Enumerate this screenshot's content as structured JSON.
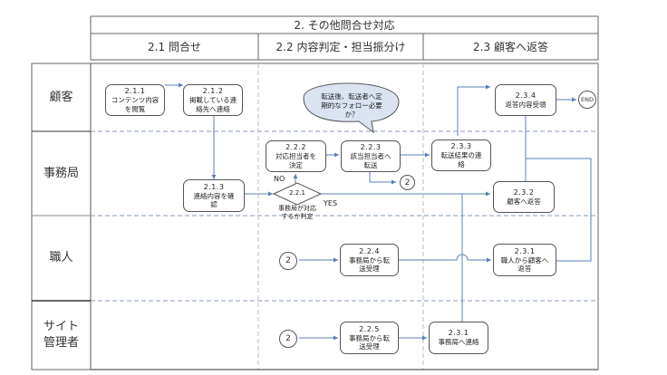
{
  "header": {
    "title": "2. その他問合せ対応",
    "phases": [
      "2.1 問合せ",
      "2.2 内容判定・担当振分け",
      "2.3 顧客へ返答"
    ]
  },
  "lanes": [
    "顧客",
    "事務局",
    "職人",
    "サイト\n管理者"
  ],
  "steps": {
    "s211": {
      "num": "2.1.1",
      "text": "コンテンツ内容\nを閲覧"
    },
    "s212": {
      "num": "2.1.2",
      "text": "掲載している連\n絡先へ連絡"
    },
    "s213": {
      "num": "2.1.3",
      "text": "連絡内容を確\n認"
    },
    "s221": {
      "num": "2.2.1",
      "text": "事務局が対応\nするか判定"
    },
    "s222": {
      "num": "2.2.2",
      "text": "対応担当者を\n決定"
    },
    "s223": {
      "num": "2.2.3",
      "text": "該当担当者へ\n転送"
    },
    "s224": {
      "num": "2.2.4",
      "text": "事務局から転\n送受理"
    },
    "s225": {
      "num": "2.2.5",
      "text": "事務局から転\n送受理"
    },
    "s231a": {
      "num": "2.3.1",
      "text": "職人から顧客へ\n返答"
    },
    "s231b": {
      "num": "2.3.1",
      "text": "事務局へ連絡"
    },
    "s232": {
      "num": "2.3.2",
      "text": "顧客へ返答"
    },
    "s233": {
      "num": "2.3.3",
      "text": "転送結果の連\n絡"
    },
    "s234": {
      "num": "2.3.4",
      "text": "返答内容受領"
    }
  },
  "connectors": {
    "c1": "2",
    "c2": "2",
    "c3": "2",
    "end": "END"
  },
  "decision_labels": {
    "no": "NO",
    "yes": "YES"
  },
  "callout": "転送後、転送者へ定\n期的なフォロー必要\nか？",
  "colors": {
    "line": "#5b7fb5",
    "callout_fill": "#dbe3f1",
    "border": "#555555",
    "grid": "#8a9bb5"
  }
}
